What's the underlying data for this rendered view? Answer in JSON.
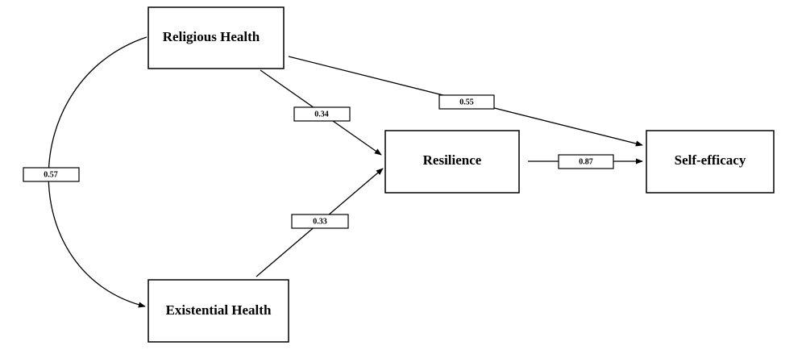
{
  "nodes": {
    "religious_health": "Religious Health",
    "existential_health": "Existential Health",
    "resilience": "Resilience",
    "self_efficacy": "Self-efficacy"
  },
  "paths": {
    "religious_existential": "0.57",
    "religious_resilience": "0.34",
    "existential_resilience": "0.33",
    "religious_selfefficacy": "0.55",
    "resilience_selfefficacy": "0.87"
  }
}
